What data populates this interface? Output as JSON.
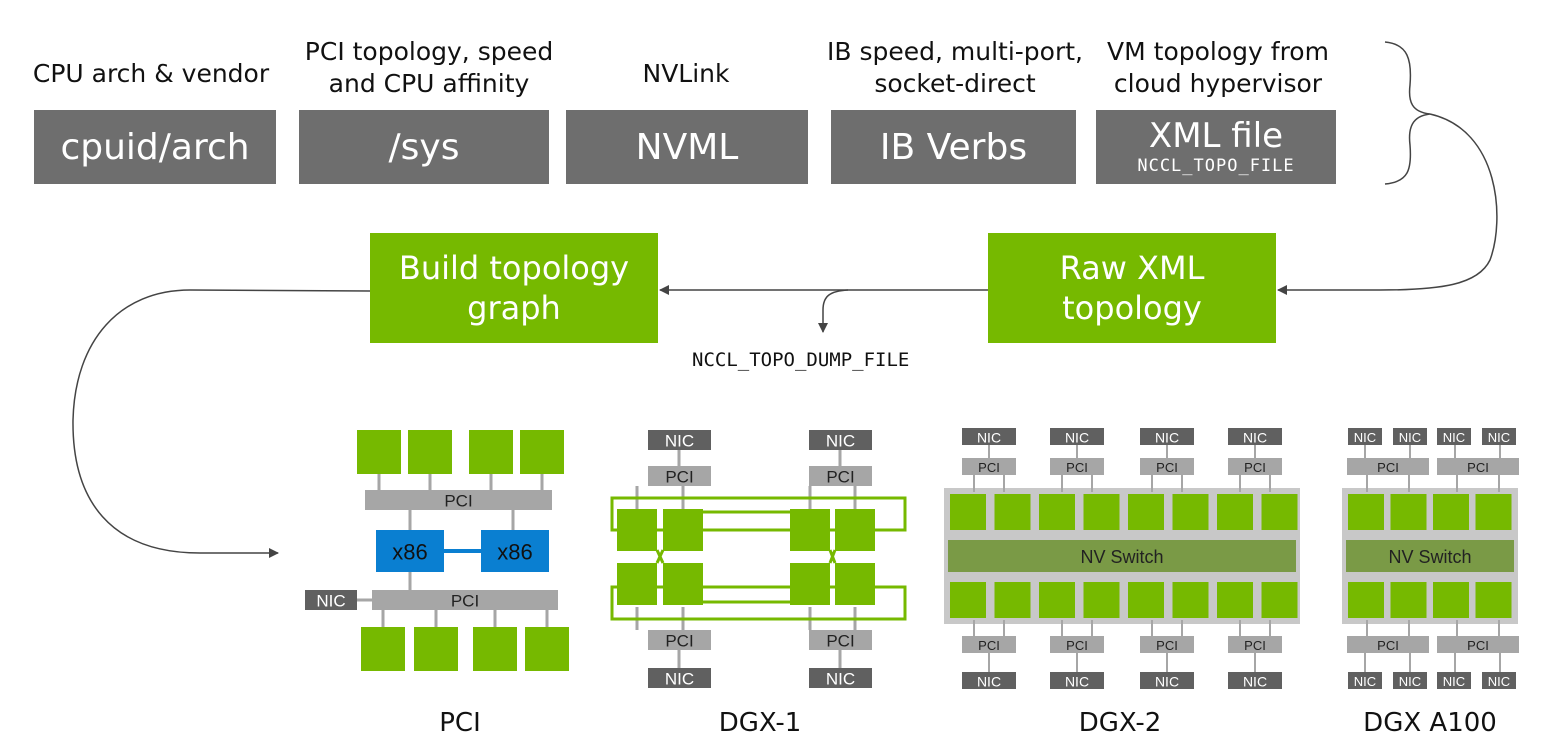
{
  "sources": [
    {
      "caption": "CPU arch & vendor",
      "label": "cpuid/arch",
      "sub": ""
    },
    {
      "caption": "PCI topology, speed and CPU affinity",
      "label": "/sys",
      "sub": ""
    },
    {
      "caption": "NVLink",
      "label": "NVML",
      "sub": ""
    },
    {
      "caption": "IB speed, multi-port, socket-direct",
      "label": "IB Verbs",
      "sub": ""
    },
    {
      "caption": "VM topology from cloud hypervisor",
      "label": "XML file",
      "sub": "NCCL_TOPO_FILE"
    }
  ],
  "raw_xml": "Raw XML topology",
  "build_graph": "Build topology graph",
  "dump_file": "NCCL_TOPO_DUMP_FILE",
  "systems": [
    {
      "name": "PCI"
    },
    {
      "name": "DGX-1"
    },
    {
      "name": "DGX-2"
    },
    {
      "name": "DGX A100"
    }
  ],
  "labels": {
    "nic": "NIC",
    "pci": "PCI",
    "x86": "x86",
    "nvswitch": "NV Switch"
  },
  "colors": {
    "nvidia_green": "#76b900",
    "source_gray": "#6e6e6e",
    "cpu_blue": "#0a7fd1",
    "pci_gray": "#a6a6a6",
    "nic_gray": "#606060",
    "switch_green": "#7a9a46"
  }
}
